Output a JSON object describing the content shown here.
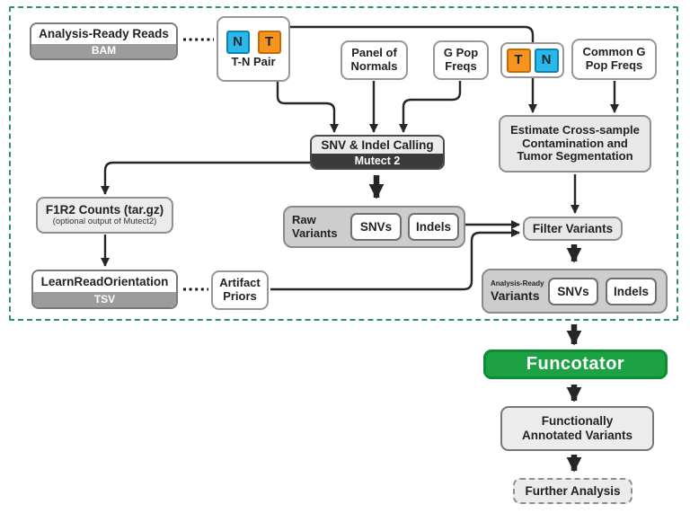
{
  "colors": {
    "dash": "#2f9070",
    "green": "#1ca245",
    "green_border": "#0e8c31",
    "tumor": "#f7941e",
    "normal": "#29b8ea",
    "dark_bar": "#3a3a3a",
    "arrow": "#262626"
  },
  "nodes": {
    "analysis_ready_reads": {
      "title": "Analysis-Ready Reads",
      "format": "BAM"
    },
    "tn_pair": {
      "normal_letter": "N",
      "tumor_letter": "T",
      "label": "T-N Pair"
    },
    "panel_of_normals": {
      "line1": "Panel of",
      "line2": "Normals"
    },
    "g_pop_freqs": {
      "line1": "G Pop",
      "line2": "Freqs"
    },
    "tn_inputs": {
      "tumor_letter": "T",
      "normal_letter": "N"
    },
    "common_g_pop_freqs": {
      "line1": "Common G",
      "line2": "Pop Freqs"
    },
    "snv_indel_calling": {
      "title": "SNV & Indel Calling",
      "tool": "Mutect 2"
    },
    "estimate": {
      "line1": "Estimate Cross-sample",
      "line2": "Contamination and",
      "line3": "Tumor Segmentation"
    },
    "f1r2_counts": {
      "title": "F1R2 Counts (tar.gz)",
      "subtitle": "(optional output of Mutect2)"
    },
    "learn_read_orientation": {
      "title": "LearnReadOrientation",
      "format": "TSV"
    },
    "artifact_priors": {
      "line1": "Artifact",
      "line2": "Priors"
    },
    "raw_variants": {
      "line1": "Raw",
      "line2": "Variants",
      "snvs": "SNVs",
      "indels": "Indels"
    },
    "filter_variants": {
      "label": "Filter Variants"
    },
    "analysis_ready_variants": {
      "line1": "Analysis-Ready",
      "line2": "Variants",
      "snvs": "SNVs",
      "indels": "Indels"
    },
    "funcotator": {
      "label": "Funcotator"
    },
    "functionally_annotated_variants": {
      "line1": "Functionally",
      "line2": "Annotated Variants"
    },
    "further_analysis": {
      "label": "Further Analysis"
    }
  }
}
